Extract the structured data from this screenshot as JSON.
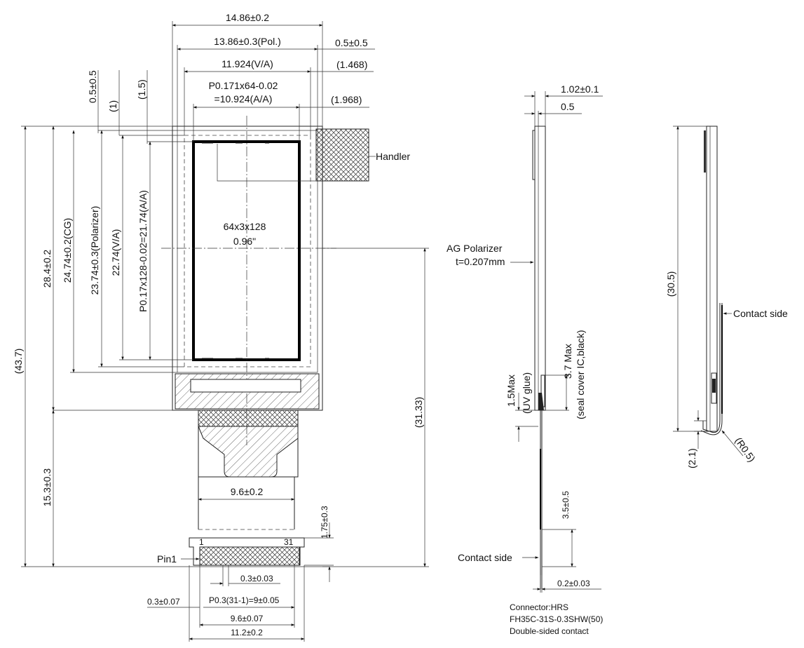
{
  "top_dims": {
    "overall_width": "14.86±0.2",
    "polarizer_width": "13.86±0.3(Pol.)",
    "va_width": "11.924(V/A)",
    "pitch_x_line1": "P0.171x64-0.02",
    "pitch_x_line2": "=10.924(A/A)",
    "right_offset": "0.5±0.5",
    "ref_1468": "(1.468)",
    "ref_1968": "(1.968)"
  },
  "left_dims": {
    "top_offset": "0.5±0.5",
    "ref_1": "(1)",
    "ref_15": "(1.5)",
    "total_height": "(43.7)",
    "glass_height": "28.4±0.2",
    "cg_height": "24.74±0.2(CG)",
    "polarizer_height": "23.74±0.3(Polarizer)",
    "va_height": "22.74(V/A)",
    "pitch_y": "P0.17x128-0.02=21.74(A/A)",
    "fpc_height": "15.3±0.3"
  },
  "center": {
    "resolution": "64x3x128",
    "diagonal": "0.96\"",
    "handler": "Handler",
    "ref_3133": "(31.33)"
  },
  "fpc": {
    "fpc_width": "9.6±0.2",
    "stiffener_height": "1.75±0.3",
    "pin_first": "1",
    "pin_last": "31",
    "pin1_label": "Pin1",
    "pin_width": "0.3±0.03",
    "edge_offset": "0.3±0.07",
    "pin_pitch": "P0.3(31-1)=9±0.05",
    "contact_width": "9.6±0.07",
    "tail_width": "11.2±0.2"
  },
  "side_view": {
    "thickness": "1.02±0.1",
    "glass_05": "0.5",
    "polarizer_line1": "AG Polarizer",
    "polarizer_line2": "t=0.207mm",
    "uv_line1": "1.5Max",
    "uv_line2": "(UV glue)",
    "ic_line1": "3.7 Max",
    "ic_line2": "(seal cover IC,black)",
    "contact_length": "3.5±0.5",
    "contact_side": "Contact side",
    "contact_thickness": "0.2±0.03"
  },
  "connector": {
    "line1": "Connector:HRS",
    "line2": "FH35C-31S-0.3SHW(50)",
    "line3": "Double-sided contact"
  },
  "bent_view": {
    "height": "(30.5)",
    "contact_side": "Contact side",
    "offset": "(2.1)",
    "radius": "(R0.5)"
  }
}
